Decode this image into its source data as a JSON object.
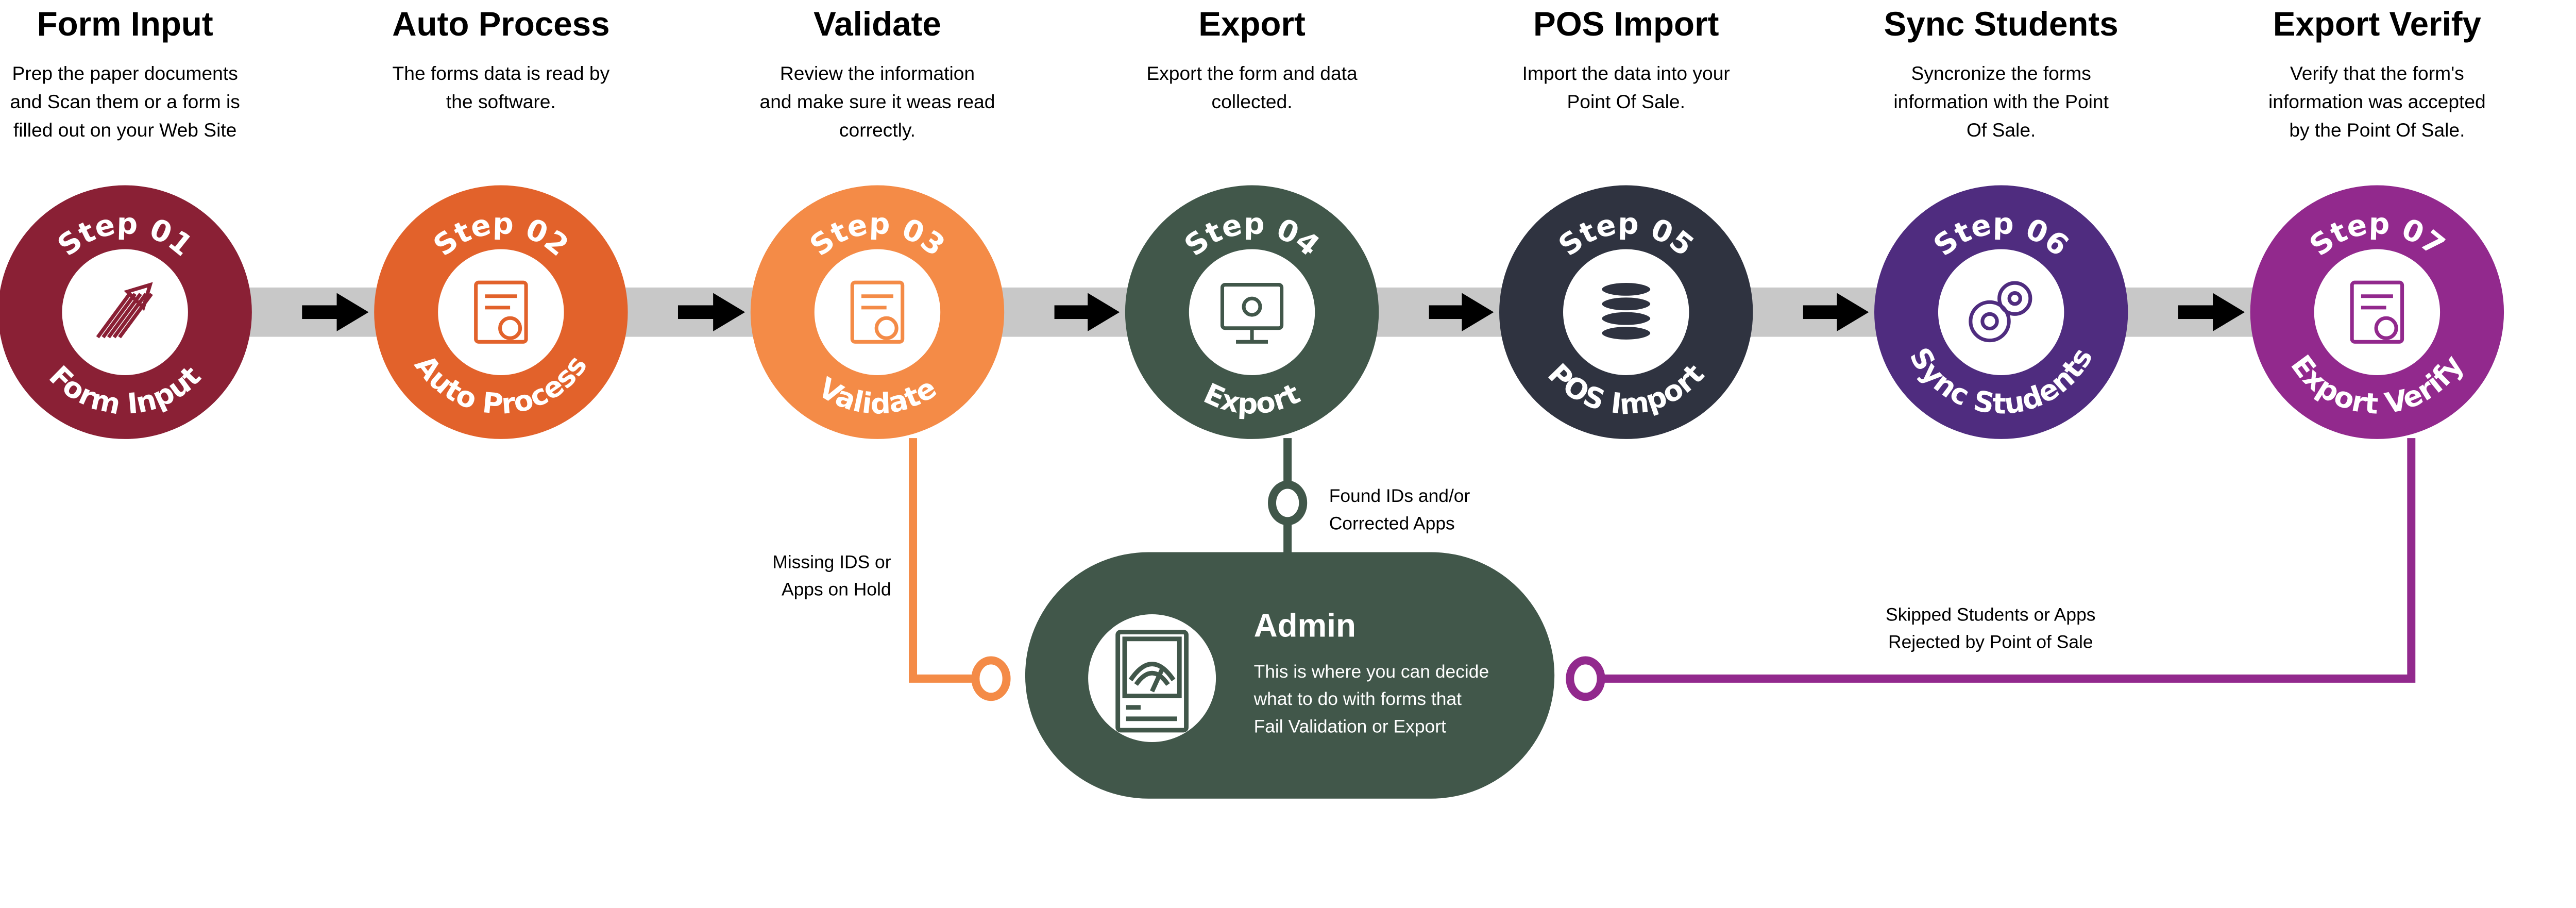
{
  "colors": {
    "bar": "#c8c8c8",
    "arrow": "#000000",
    "admin": "#41574a",
    "missing_line": "#f48b47",
    "found_line": "#41574a",
    "skipped_line": "#92298d"
  },
  "steps": [
    {
      "title": "Form Input",
      "desc": [
        "Prep the paper documents",
        "and Scan them or a form is",
        "filled out on your Web Site"
      ],
      "step": "Step 01",
      "label": "Form Input",
      "color": "#8a2035",
      "icon": "rocket-launch-icon"
    },
    {
      "title": "Auto Process",
      "desc": [
        "The forms data is read by",
        "the software."
      ],
      "step": "Step 02",
      "label": "Auto Process",
      "color": "#e2622b",
      "icon": "document-analysis-icon"
    },
    {
      "title": "Validate",
      "desc": [
        "Review the information",
        "and make sure it weas read",
        "correctly."
      ],
      "step": "Step 03",
      "label": "Validate",
      "color": "#f48b47",
      "icon": "document-eye-icon"
    },
    {
      "title": "Export",
      "desc": [
        "Export the form and data",
        "collected."
      ],
      "step": "Step 04",
      "label": "Export",
      "color": "#41574a",
      "icon": "monitor-network-icon"
    },
    {
      "title": "POS Import",
      "desc": [
        "Import the data into your",
        "Point Of Sale."
      ],
      "step": "Step 05",
      "label": "POS Import",
      "color": "#2f3340",
      "icon": "database-icon"
    },
    {
      "title": "Sync Students",
      "desc": [
        "Syncronize the forms",
        "information  with the Point",
        "Of Sale."
      ],
      "step": "Step 06",
      "label": "Sync Students",
      "color": "#4f2c7f",
      "icon": "gears-icon"
    },
    {
      "title": "Export Verify",
      "desc": [
        "Verify that the form's",
        "information was accepted",
        "by the Point Of Sale."
      ],
      "step": "Step 07",
      "label": "Export Verify",
      "color": "#92298d",
      "icon": "form-thumbs-up-icon"
    }
  ],
  "admin": {
    "title": "Admin",
    "desc": [
      "This is where you can decide",
      "what to do with forms that",
      "Fail Validation or Export"
    ],
    "icon": "gauge-dashboard-icon"
  },
  "notes": {
    "missing": [
      "Missing IDS or",
      "Apps on Hold"
    ],
    "found": [
      "Found IDs and/or",
      "Corrected Apps"
    ],
    "skipped": [
      "Skipped Students or Apps",
      "Rejected by Point of Sale"
    ]
  }
}
